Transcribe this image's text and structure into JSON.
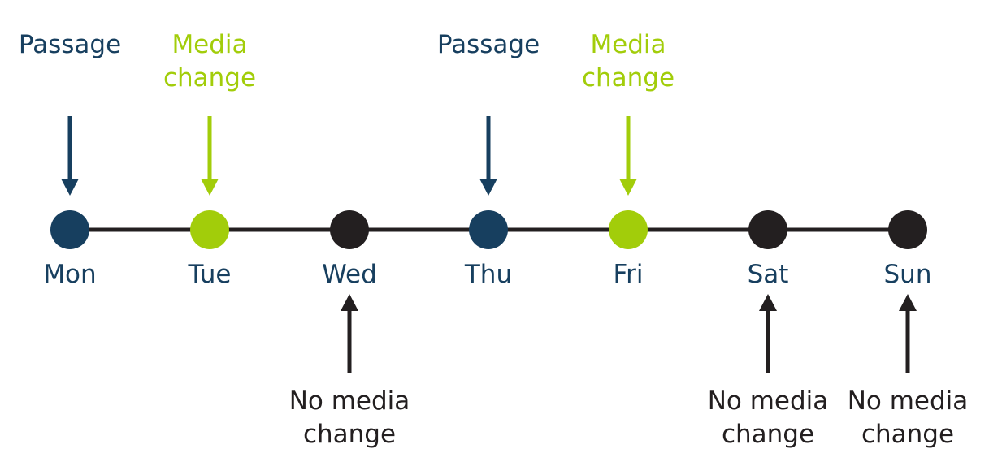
{
  "colors": {
    "passage": "#173f5f",
    "media": "#a2cd0a",
    "none": "#231f20",
    "line": "#231f20"
  },
  "days": [
    {
      "label": "Mon",
      "type": "passage",
      "annotation": [
        "Passage"
      ],
      "position": "top"
    },
    {
      "label": "Tue",
      "type": "media",
      "annotation": [
        "Media",
        "change"
      ],
      "position": "top"
    },
    {
      "label": "Wed",
      "type": "none",
      "annotation": [
        "No media",
        "change"
      ],
      "position": "bottom"
    },
    {
      "label": "Thu",
      "type": "passage",
      "annotation": [
        "Passage"
      ],
      "position": "top"
    },
    {
      "label": "Fri",
      "type": "media",
      "annotation": [
        "Media",
        "change"
      ],
      "position": "top"
    },
    {
      "label": "Sat",
      "type": "none",
      "annotation": [
        "No media",
        "change"
      ],
      "position": "bottom"
    },
    {
      "label": "Sun",
      "type": "none",
      "annotation": [
        "No media",
        "change"
      ],
      "position": "bottom"
    }
  ]
}
